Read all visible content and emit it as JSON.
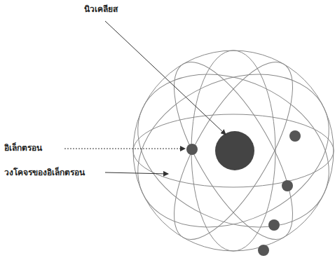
{
  "diagram": {
    "labels": [
      "นิวเคลียส",
      "อิเล็กตรอน",
      "วงโคจรของอิเล็กตรอน"
    ]
  }
}
